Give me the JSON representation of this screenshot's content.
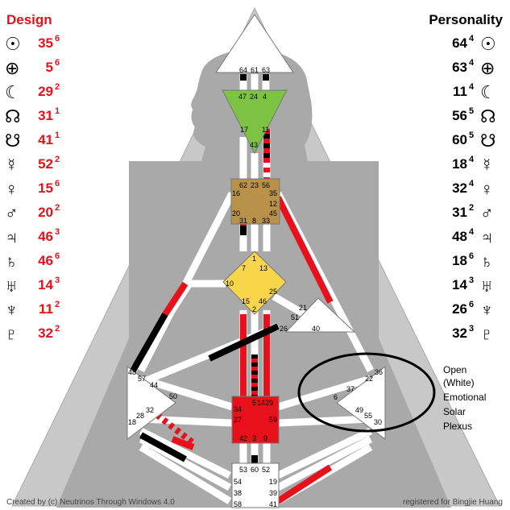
{
  "design": {
    "title": "Design",
    "rows": [
      {
        "glyph": "☉",
        "icon": "sun-icon",
        "gate": "35",
        "line": "6"
      },
      {
        "glyph": "⊕",
        "icon": "earth-icon",
        "gate": "5",
        "line": "6"
      },
      {
        "glyph": "☾",
        "icon": "moon-icon",
        "gate": "29",
        "line": "2"
      },
      {
        "glyph": "☊",
        "icon": "north-node-icon",
        "gate": "31",
        "line": "1"
      },
      {
        "glyph": "☋",
        "icon": "south-node-icon",
        "gate": "41",
        "line": "1"
      },
      {
        "glyph": "☿",
        "icon": "mercury-icon",
        "gate": "52",
        "line": "2"
      },
      {
        "glyph": "♀",
        "icon": "venus-icon",
        "gate": "15",
        "line": "6"
      },
      {
        "glyph": "♂",
        "icon": "mars-icon",
        "gate": "20",
        "line": "2"
      },
      {
        "glyph": "♃",
        "icon": "jupiter-icon",
        "gate": "46",
        "line": "3"
      },
      {
        "glyph": "♄",
        "icon": "saturn-icon",
        "gate": "46",
        "line": "6"
      },
      {
        "glyph": "♅",
        "icon": "uranus-icon",
        "gate": "14",
        "line": "3"
      },
      {
        "glyph": "♆",
        "icon": "neptune-icon",
        "gate": "11",
        "line": "2"
      },
      {
        "glyph": "♇",
        "icon": "pluto-icon",
        "gate": "32",
        "line": "2"
      }
    ]
  },
  "personality": {
    "title": "Personality",
    "rows": [
      {
        "glyph": "☉",
        "icon": "sun-icon",
        "gate": "64",
        "line": "4"
      },
      {
        "glyph": "⊕",
        "icon": "earth-icon",
        "gate": "63",
        "line": "4"
      },
      {
        "glyph": "☾",
        "icon": "moon-icon",
        "gate": "11",
        "line": "4"
      },
      {
        "glyph": "☊",
        "icon": "north-node-icon",
        "gate": "56",
        "line": "5"
      },
      {
        "glyph": "☋",
        "icon": "south-node-icon",
        "gate": "60",
        "line": "5"
      },
      {
        "glyph": "☿",
        "icon": "mercury-icon",
        "gate": "18",
        "line": "4"
      },
      {
        "glyph": "♀",
        "icon": "venus-icon",
        "gate": "32",
        "line": "4"
      },
      {
        "glyph": "♂",
        "icon": "mars-icon",
        "gate": "31",
        "line": "2"
      },
      {
        "glyph": "♃",
        "icon": "jupiter-icon",
        "gate": "48",
        "line": "4"
      },
      {
        "glyph": "♄",
        "icon": "saturn-icon",
        "gate": "18",
        "line": "6"
      },
      {
        "glyph": "♅",
        "icon": "uranus-icon",
        "gate": "14",
        "line": "3"
      },
      {
        "glyph": "♆",
        "icon": "neptune-icon",
        "gate": "26",
        "line": "6"
      },
      {
        "glyph": "♇",
        "icon": "pluto-icon",
        "gate": "32",
        "line": "3"
      }
    ]
  },
  "note": [
    "Open",
    "(White)",
    "Emotional",
    "Solar",
    "Plexus"
  ],
  "footer": {
    "left": "Created by (c) Neutrinos Through Windows 4.0",
    "right": "registered for Bingjie Huang"
  },
  "colors": {
    "design": "#e8101a",
    "personality": "#000000",
    "head": "#ffffff",
    "ajna": "#7dc243",
    "throat": "#b8924a",
    "g_center": "#f8d64a",
    "sacral": "#e8101a",
    "background_shape": "#c0c0c0",
    "channel_white": "#ffffff"
  },
  "gates": {
    "head": [
      "64",
      "61",
      "63"
    ],
    "ajna": [
      "47",
      "24",
      "4",
      "17",
      "43",
      "11"
    ],
    "throat": [
      "62",
      "23",
      "56",
      "16",
      "35",
      "12",
      "20",
      "45",
      "31",
      "8",
      "33"
    ],
    "g_center": [
      "1",
      "7",
      "13",
      "10",
      "25",
      "15",
      "46",
      "2"
    ],
    "heart": [
      "21",
      "51",
      "26",
      "40"
    ],
    "spleen": [
      "48",
      "57",
      "44",
      "50",
      "32",
      "28",
      "18"
    ],
    "solar_plexus": [
      "36",
      "22",
      "37",
      "6",
      "49",
      "55",
      "30"
    ],
    "sacral": [
      "5",
      "14",
      "29",
      "34",
      "27",
      "59",
      "42",
      "3",
      "9"
    ],
    "root": [
      "53",
      "60",
      "52",
      "54",
      "19",
      "38",
      "39",
      "58",
      "41"
    ]
  }
}
